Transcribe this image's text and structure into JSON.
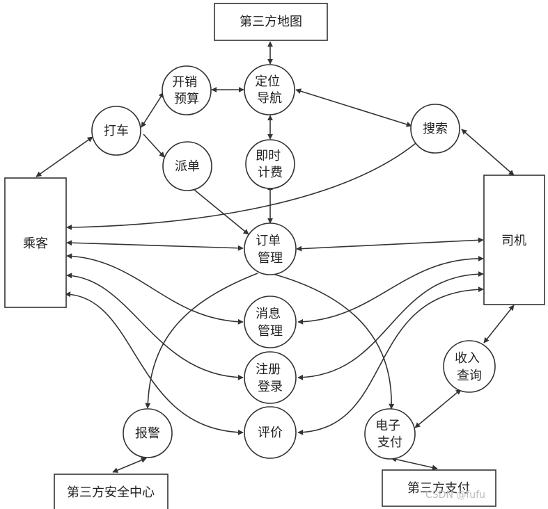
{
  "diagram": {
    "nodes": {
      "map": {
        "label": [
          "第三方地图"
        ]
      },
      "budget": {
        "label": [
          "开销",
          "预算"
        ]
      },
      "locate": {
        "label": [
          "定位",
          "导航"
        ]
      },
      "hail": {
        "label": [
          "打车"
        ]
      },
      "search": {
        "label": [
          "搜索"
        ]
      },
      "dispatch": {
        "label": [
          "派单"
        ]
      },
      "billing": {
        "label": [
          "即时",
          "计费"
        ]
      },
      "passenger": {
        "label": [
          "乘客"
        ]
      },
      "driver": {
        "label": [
          "司机"
        ]
      },
      "order": {
        "label": [
          "订单",
          "管理"
        ]
      },
      "message": {
        "label": [
          "消息",
          "管理"
        ]
      },
      "register": {
        "label": [
          "注册",
          "登录"
        ]
      },
      "income": {
        "label": [
          "收入",
          "查询"
        ]
      },
      "alarm": {
        "label": [
          "报警"
        ]
      },
      "review": {
        "label": [
          "评价"
        ]
      },
      "payment": {
        "label": [
          "电子",
          "支付"
        ]
      },
      "security": {
        "label": [
          "第三方安全中心"
        ]
      },
      "paycenter": {
        "label": [
          "第三方支付"
        ]
      }
    },
    "watermark": "CSDN @fufu"
  }
}
